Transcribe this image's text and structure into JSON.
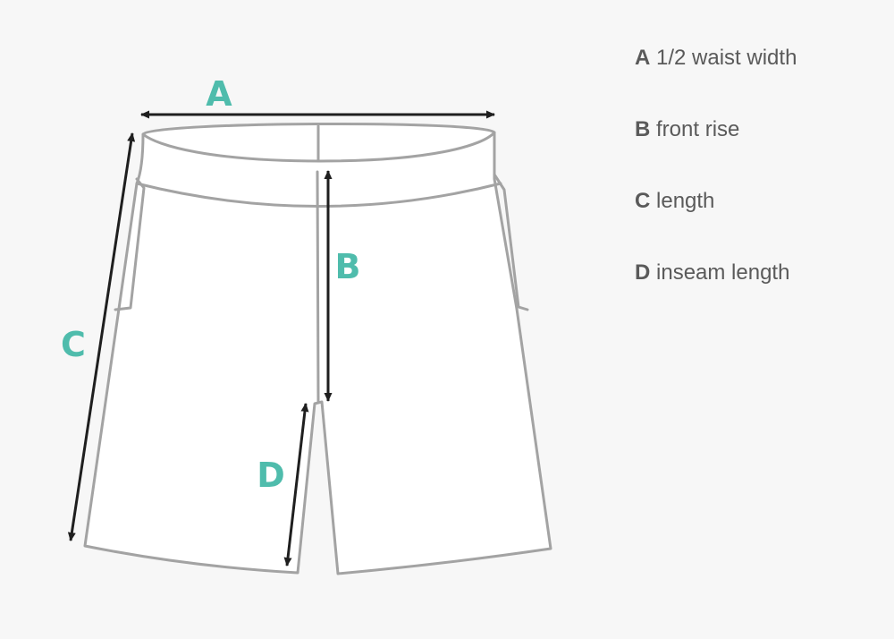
{
  "colors": {
    "background": "#f7f7f7",
    "garment_fill": "#ffffff",
    "garment_outline": "#a3a3a3",
    "arrow": "#1f1f1f",
    "accent": "#4fbcac",
    "text": "#5a5a5a"
  },
  "measurements": [
    {
      "key": "A",
      "label": "1/2 waist width"
    },
    {
      "key": "B",
      "label": "front rise"
    },
    {
      "key": "C",
      "label": "length"
    },
    {
      "key": "D",
      "label": "inseam length"
    }
  ]
}
